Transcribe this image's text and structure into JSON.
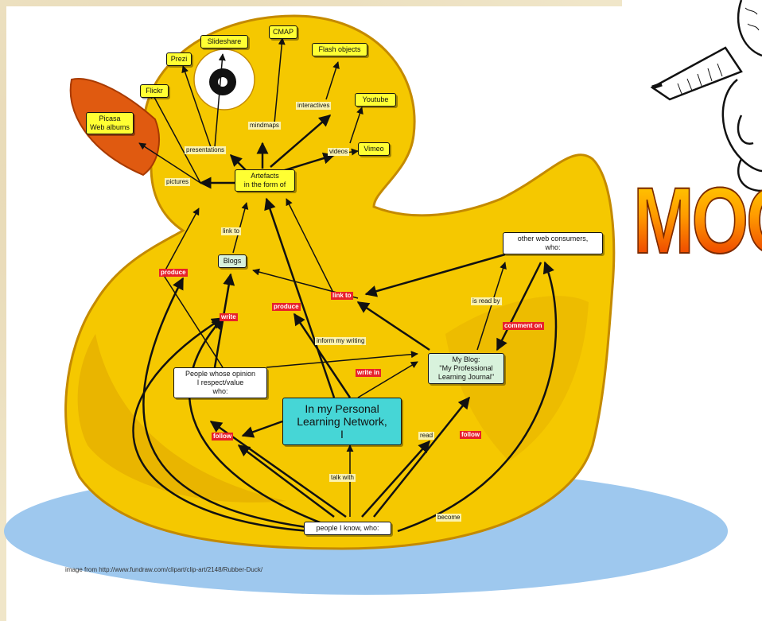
{
  "concept_map": {
    "center": "In my Personal\nLearning Network,\nI",
    "artefacts": "Artefacts\nin the form of",
    "blogs": "Blogs",
    "people_opinion": "People whose opinion\nI respect/value\nwho:",
    "my_blog": "My Blog:\n\"My Professional\nLearning Journal\"",
    "other_consumers": "other web consumers,\nwho:",
    "people_i_know": "people I know, who:",
    "flickr": "Flickr",
    "picasa": "Picasa\nWeb albums",
    "prezi": "Prezi",
    "slideshare": "Slideshare",
    "cmap": "CMAP",
    "flash": "Flash objects",
    "youtube": "Youtube",
    "vimeo": "Vimeo",
    "labels": {
      "pictures": "pictures",
      "presentations": "presentations",
      "mindmaps": "mindmaps",
      "interactives": "interactives",
      "videos": "videos",
      "link_to_upper": "link to",
      "produce_left": "produce",
      "produce_mid": "produce",
      "write": "write",
      "link_to_red": "link to",
      "is_read_by": "is read by",
      "comment_on": "comment on",
      "inform_my_writing": "inform my writing",
      "write_in": "write in",
      "follow_left": "follow",
      "follow_right": "follow",
      "read": "read",
      "talk_with": "talk with",
      "become": "become"
    }
  },
  "credit": "image from http://www.fundraw.com/clipart/clip-art/2148/Rubber-Duck/",
  "mooc_banner": "MOOC",
  "colors": {
    "duck_body": "#f5c800",
    "duck_shadow": "#d9a000",
    "beak": "#e05a10",
    "water": "#9ec8ee",
    "node_yellow": "#ffff33",
    "node_green": "#d8f2dc",
    "node_teal": "#46d6d6",
    "label_red": "#e8202a"
  }
}
